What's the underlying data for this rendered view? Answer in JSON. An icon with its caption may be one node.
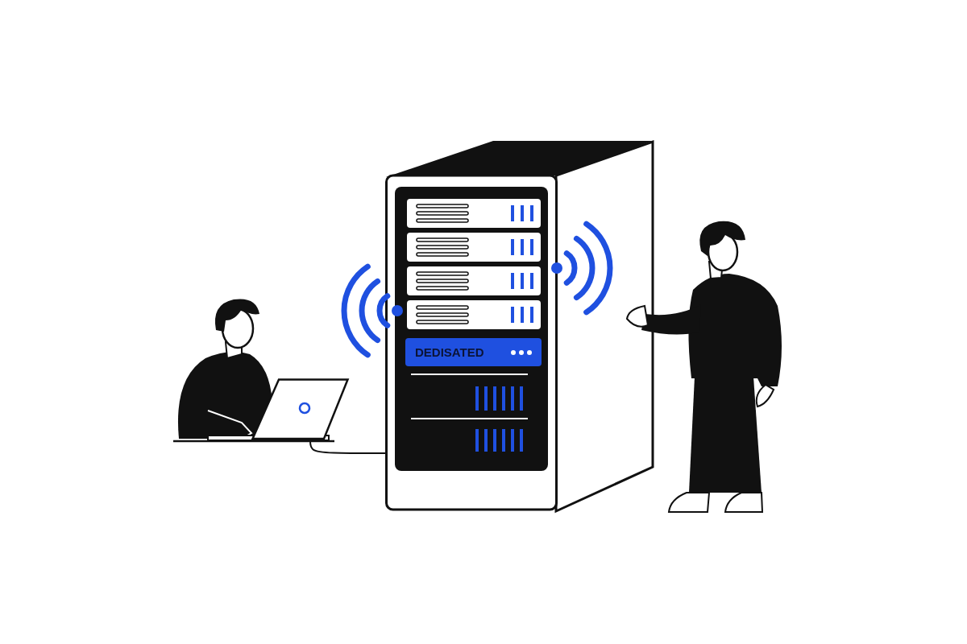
{
  "diagram": {
    "nodes": [
      {
        "text": [],
        "shape": "picture"
      },
      {
        "text": [
          "DEDISATED"
        ],
        "in": 0
      },
      {
        "text": [],
        "shape": "picture"
      }
    ],
    "edges": [
      {
        "from": 2,
        "to": 0,
        "arrow": "none"
      }
    ]
  }
}
